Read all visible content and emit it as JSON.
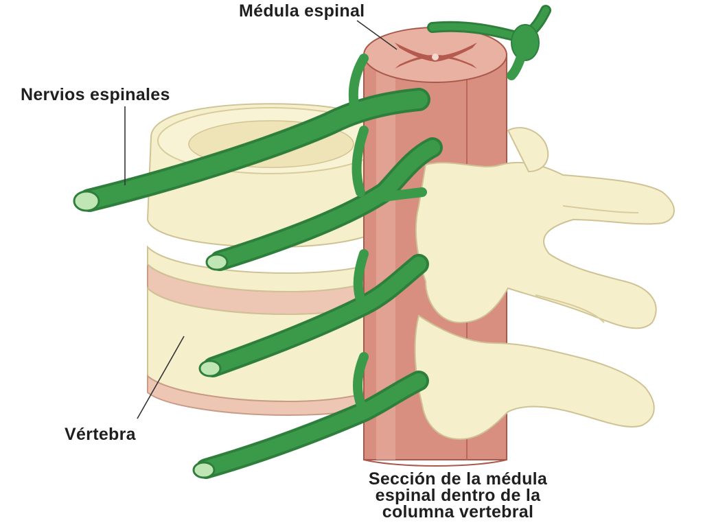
{
  "labels": {
    "spinal_cord": "Médula espinal",
    "spinal_nerves": "Nervios espinales",
    "vertebra": "Vértebra",
    "caption_lines": [
      "Sección de la médula",
      "espinal dentro de la",
      "columna vertebral"
    ]
  },
  "colors": {
    "bone": "#f6efcc",
    "bone_shadow": "#e2d6a8",
    "disc": "#edc6b4",
    "cord": "#d88f80",
    "cord_dark": "#b45a4e",
    "nerve": "#3a9a4a",
    "nerve_light": "#bfe6b4"
  }
}
